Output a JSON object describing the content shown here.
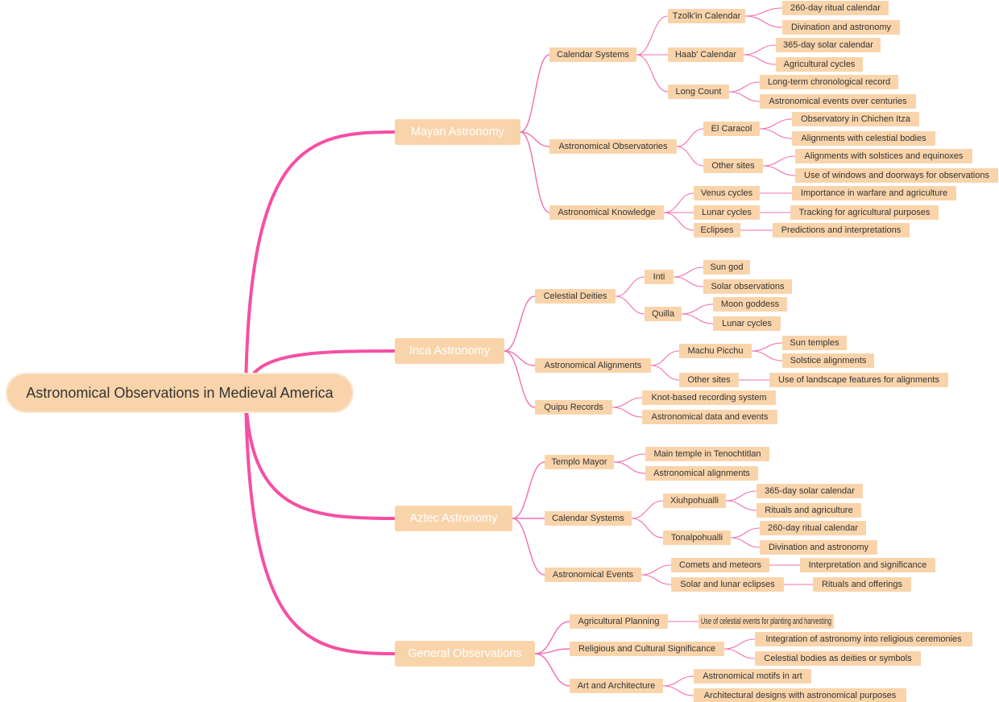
{
  "colors": {
    "node_fill": "#f9d4ab",
    "text_main": "#333333",
    "text_branch": "#ffffff",
    "edge_main": "#f54fa2",
    "edge_child": "#f06fb2"
  },
  "root": {
    "label": "Astronomical Observations in Medieval America",
    "children": [
      {
        "label": "Mayan Astronomy",
        "children": [
          {
            "label": "Calendar Systems",
            "children": [
              {
                "label": "Tzolk'in Calendar",
                "children": [
                  {
                    "label": "260-day ritual calendar"
                  },
                  {
                    "label": "Divination and astronomy"
                  }
                ]
              },
              {
                "label": "Haab' Calendar",
                "children": [
                  {
                    "label": "365-day solar calendar"
                  },
                  {
                    "label": "Agricultural cycles"
                  }
                ]
              },
              {
                "label": "Long Count",
                "children": [
                  {
                    "label": "Long-term chronological record"
                  },
                  {
                    "label": "Astronomical events over centuries"
                  }
                ]
              }
            ]
          },
          {
            "label": "Astronomical Observatories",
            "children": [
              {
                "label": "El Caracol",
                "children": [
                  {
                    "label": "Observatory in Chichen Itza"
                  },
                  {
                    "label": "Alignments with celestial bodies"
                  }
                ]
              },
              {
                "label": "Other sites",
                "children": [
                  {
                    "label": "Alignments with solstices and equinoxes"
                  },
                  {
                    "label": "Use of windows and doorways for observations"
                  }
                ]
              }
            ]
          },
          {
            "label": "Astronomical Knowledge",
            "children": [
              {
                "label": "Venus cycles",
                "children": [
                  {
                    "label": "Importance in warfare and agriculture"
                  }
                ]
              },
              {
                "label": "Lunar cycles",
                "children": [
                  {
                    "label": "Tracking for agricultural purposes"
                  }
                ]
              },
              {
                "label": "Eclipses",
                "children": [
                  {
                    "label": "Predictions and interpretations"
                  }
                ]
              }
            ]
          }
        ]
      },
      {
        "label": "Inca Astronomy",
        "children": [
          {
            "label": "Celestial Deities",
            "children": [
              {
                "label": "Inti",
                "children": [
                  {
                    "label": "Sun god"
                  },
                  {
                    "label": "Solar observations"
                  }
                ]
              },
              {
                "label": "Quilla",
                "children": [
                  {
                    "label": "Moon goddess"
                  },
                  {
                    "label": "Lunar cycles"
                  }
                ]
              }
            ]
          },
          {
            "label": "Astronomical Alignments",
            "children": [
              {
                "label": "Machu Picchu",
                "children": [
                  {
                    "label": "Sun temples"
                  },
                  {
                    "label": "Solstice alignments"
                  }
                ]
              },
              {
                "label": "Other sites",
                "children": [
                  {
                    "label": "Use of landscape features for alignments"
                  }
                ]
              }
            ]
          },
          {
            "label": "Quipu Records",
            "children": [
              {
                "label": "Knot-based recording system"
              },
              {
                "label": "Astronomical data and events"
              }
            ]
          }
        ]
      },
      {
        "label": "Aztec Astronomy",
        "children": [
          {
            "label": "Templo Mayor",
            "children": [
              {
                "label": "Main temple in Tenochtitlan"
              },
              {
                "label": "Astronomical alignments"
              }
            ]
          },
          {
            "label": "Calendar Systems",
            "children": [
              {
                "label": "Xiuhpohualli",
                "children": [
                  {
                    "label": "365-day solar calendar"
                  },
                  {
                    "label": "Rituals and agriculture"
                  }
                ]
              },
              {
                "label": "Tonalpohualli",
                "children": [
                  {
                    "label": "260-day ritual calendar"
                  },
                  {
                    "label": "Divination and astronomy"
                  }
                ]
              }
            ]
          },
          {
            "label": "Astronomical Events",
            "children": [
              {
                "label": "Comets and meteors",
                "children": [
                  {
                    "label": "Interpretation and significance"
                  }
                ]
              },
              {
                "label": "Solar and lunar eclipses",
                "children": [
                  {
                    "label": "Rituals and offerings"
                  }
                ]
              }
            ]
          }
        ]
      },
      {
        "label": "General Observations",
        "children": [
          {
            "label": "Agricultural Planning",
            "children": [
              {
                "label": "Use of celestial events for planting and harvesting"
              }
            ]
          },
          {
            "label": "Religious and Cultural Significance",
            "children": [
              {
                "label": "Integration of astronomy into religious ceremonies"
              },
              {
                "label": "Celestial bodies as deities or symbols"
              }
            ]
          },
          {
            "label": "Art and Architecture",
            "children": [
              {
                "label": "Astronomical motifs in art"
              },
              {
                "label": "Architectural designs with astronomical purposes"
              }
            ]
          }
        ]
      }
    ]
  }
}
